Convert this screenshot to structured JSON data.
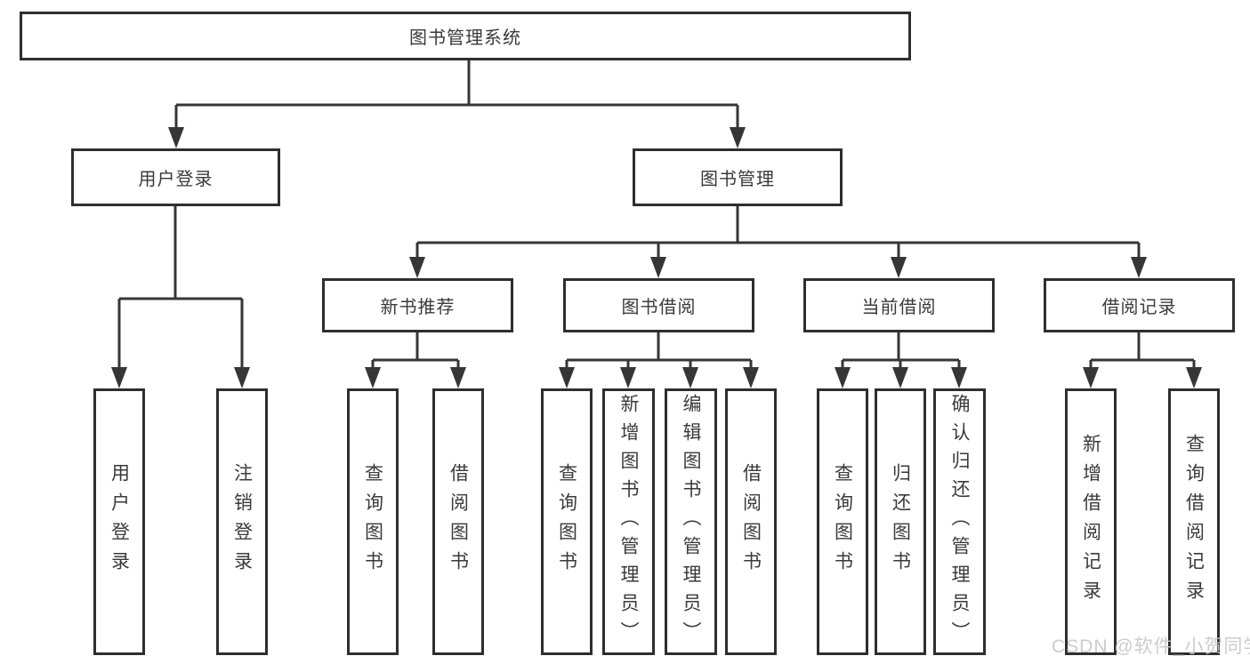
{
  "tree": {
    "label": "图书管理系统",
    "children": [
      {
        "label": "用户登录",
        "children": [
          {
            "label": "用户登录"
          },
          {
            "label": "注销登录"
          }
        ]
      },
      {
        "label": "图书管理",
        "children": [
          {
            "label": "新书推荐",
            "children": [
              {
                "label": "查询图书"
              },
              {
                "label": "借阅图书"
              }
            ]
          },
          {
            "label": "图书借阅",
            "children": [
              {
                "label": "查询图书"
              },
              {
                "label": "新增图书（管理员）"
              },
              {
                "label": "编辑图书（管理员）"
              },
              {
                "label": "借阅图书"
              }
            ]
          },
          {
            "label": "当前借阅",
            "children": [
              {
                "label": "查询图书"
              },
              {
                "label": "归还图书"
              },
              {
                "label": "确认归还（管理员）"
              }
            ]
          },
          {
            "label": "借阅记录",
            "children": [
              {
                "label": "新增借阅记录"
              },
              {
                "label": "查询借阅记录"
              }
            ]
          }
        ]
      }
    ]
  },
  "watermark": {
    "text": "CSDN @软件_小贺同学"
  },
  "colors": {
    "line": "#363636",
    "box_border": "#2e2e2e",
    "text": "#3a3a3a",
    "watermark": "#c8c8c8",
    "background": "#ffffff"
  }
}
